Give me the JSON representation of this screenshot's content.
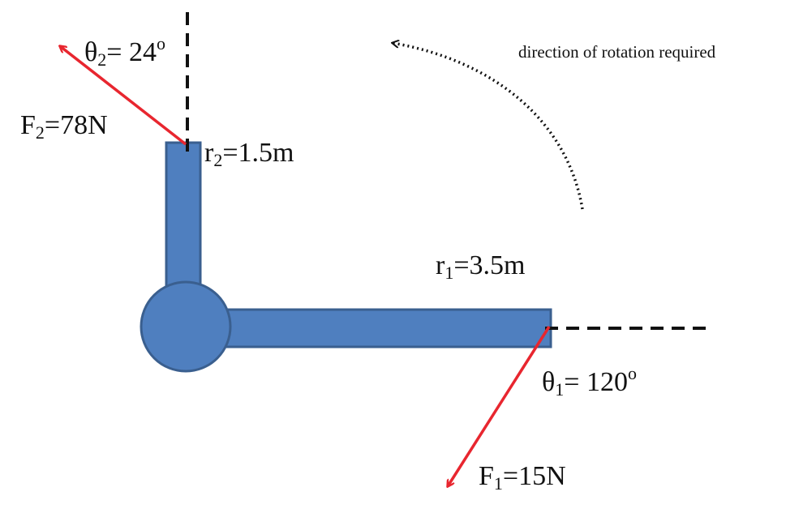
{
  "colors": {
    "bar_fill": "#4f7fbf",
    "bar_stroke": "#3a5f8f",
    "force_arrow": "#e8262f",
    "dashed_line": "#111111",
    "rotation_arrow": "#111111"
  },
  "labels": {
    "theta2": {
      "symbol": "θ",
      "sub": "2",
      "text": "= 24",
      "sup": "o"
    },
    "f2": {
      "symbol": "F",
      "sub": "2",
      "text": "=78N"
    },
    "r2": {
      "symbol": "r",
      "sub": "2",
      "text": "=1.5m"
    },
    "r1": {
      "symbol": "r",
      "sub": "1",
      "text": "=3.5m"
    },
    "theta1": {
      "symbol": "θ",
      "sub": "1",
      "text": "= 120",
      "sup": "o"
    },
    "f1": {
      "symbol": "F",
      "sub": "1",
      "text": "=15N"
    },
    "rotation_note": "direction of rotation required"
  }
}
